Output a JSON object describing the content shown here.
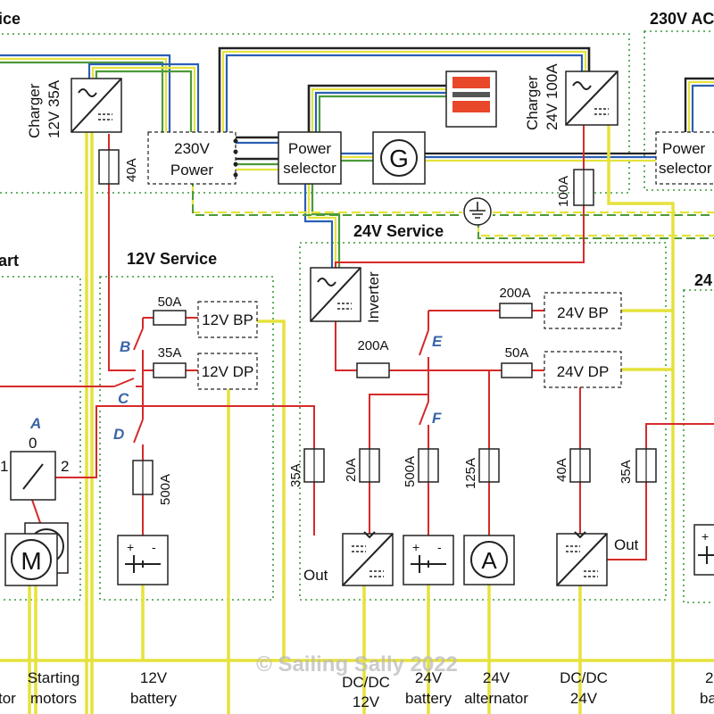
{
  "headers": {
    "service_230v": "ice",
    "service_230v_ac": "230V AC",
    "start": "art",
    "service_12v": "12V Service",
    "service_24v": "24V Service",
    "right_24": "24"
  },
  "components": {
    "charger_12v_line1": "Charger",
    "charger_12v_line2": "12V 35A",
    "charger_24v_line1": "Charger",
    "charger_24v_line2": "24V 100A",
    "power_230v_line1": "230V",
    "power_230v_line2": "Power",
    "power_selector_line1": "Power",
    "power_selector_line2": "selector",
    "power_selector_right_line1": "Power",
    "power_selector_right_line2": "selector",
    "inverter": "Inverter",
    "generator_symbol": "G",
    "motor_symbol": "M",
    "alternator_symbol": "A",
    "bp_12v": "12V BP",
    "dp_12v": "12V DP",
    "bp_24v": "24V BP",
    "dp_24v": "24V DP",
    "dcdc_24_out": "Out",
    "dcdc_12_out": "Out"
  },
  "fuses": {
    "f40a_top": "40A",
    "f100a": "100A",
    "f50a_12bp": "50A",
    "f35a_12dp": "35A",
    "f500a_12": "500A",
    "f200a_24bp": "200A",
    "f200a_inv": "200A",
    "f50a_24dp": "50A",
    "f35a_a": "35A",
    "f20a": "20A",
    "f500a_24": "500A",
    "f125a": "125A",
    "f40a_b": "40A",
    "f35a_b": "35A"
  },
  "switches": {
    "A": "A",
    "B": "B",
    "C": "C",
    "D": "D",
    "E": "E",
    "F": "F",
    "A_pos_0": "0",
    "A_pos_1": "1",
    "A_pos_2": "2"
  },
  "bottom_labels": {
    "starter_line1": "tor",
    "starting_line1": "Starting",
    "starting_line2": "motors",
    "battery_12v_line1": "12V",
    "battery_12v_line2": "battery",
    "dcdc_12v_line1": "DC/DC",
    "dcdc_12v_line2": "12V",
    "battery_24v_line1": "24V",
    "battery_24v_line2": "battery",
    "alternator_line1": "24V",
    "alternator_line2": "alternator",
    "dcdc_24v_line1": "DC/DC",
    "dcdc_24v_line2": "24V",
    "right_edge_line1": "2",
    "right_edge_line2": "ba"
  },
  "watermark": "© Sailing Sally 2022",
  "colors": {
    "positive_wire": "#d62a2a",
    "negative_wire": "#e5e23c",
    "ac_live": "#2b5fb3",
    "ac_earth": "#4c9a3a",
    "zone_border": "#3a9a3a",
    "switch_label": "#3a64a8",
    "shore_icon_red": "#e8472a"
  }
}
